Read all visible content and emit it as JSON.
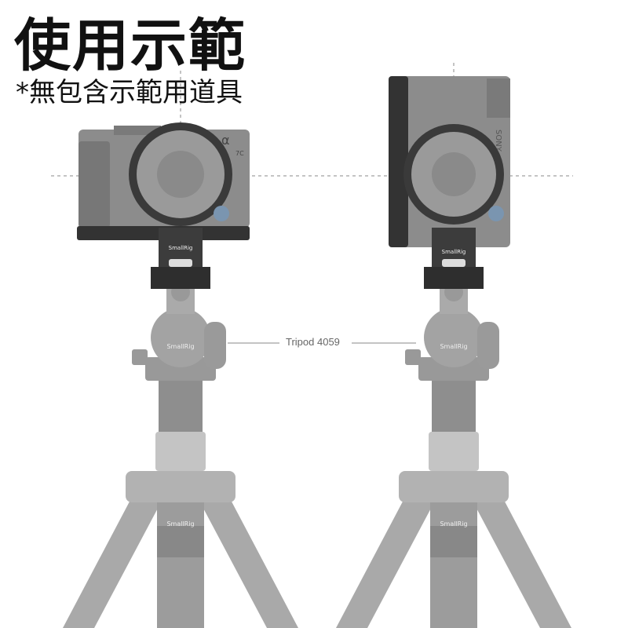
{
  "title": "使用示範",
  "subtitle": "*無包含示範用道具",
  "callout": "Tripod 4059",
  "brand_marks": [
    "SmallRig",
    "SmallRig",
    "SmallRig",
    "SmallRig",
    "SmallRig",
    "SmallRig"
  ],
  "camera_marks": {
    "maker": "SONY",
    "model": "7C",
    "alpha": "α"
  },
  "colors": {
    "metal_dark": "#3a3a3a",
    "body_gray": "#8a8a8a",
    "tripod_gray": "#a8a8a8",
    "guide_line": "#888888"
  }
}
